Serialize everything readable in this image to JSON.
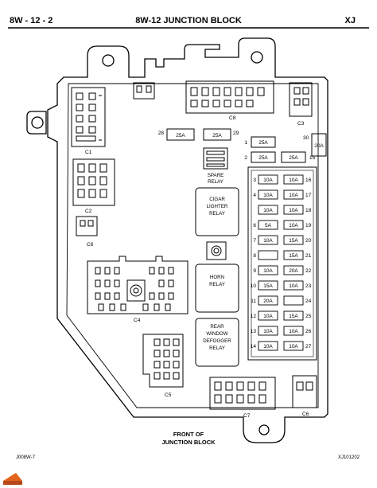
{
  "header": {
    "page_code": "8W - 12 - 2",
    "title": "8W-12 JUNCTION BLOCK",
    "model": "XJ"
  },
  "connectors": [
    "C1",
    "C2",
    "C3",
    "C4",
    "C5",
    "C6",
    "C7",
    "C8"
  ],
  "relays": {
    "spare": [
      "SPARE",
      "RELAY"
    ],
    "cigar": [
      "CIGAR",
      "LIGHTER",
      "RELAY"
    ],
    "horn": [
      "HORN",
      "RELAY"
    ],
    "rear": [
      "REAR",
      "WINDOW",
      "DEFOGGER",
      "RELAY"
    ]
  },
  "top_fuses": [
    {
      "left": "28",
      "value": "25A",
      "right": ""
    },
    {
      "left": "",
      "value": "25A",
      "right": "29"
    },
    {
      "left": "1",
      "value": "25A",
      "right": ""
    },
    {
      "left": "2",
      "value": "25A",
      "right": "15"
    },
    {
      "left": "",
      "value": "20A",
      "right": "30"
    }
  ],
  "fuse_rows": [
    {
      "left_no": "3",
      "left_val": "10A",
      "right_val": "10A",
      "right_no": "16"
    },
    {
      "left_no": "4",
      "left_val": "10A",
      "right_val": "10A",
      "right_no": "17"
    },
    {
      "left_no": "",
      "left_val": "10A",
      "right_val": "10A",
      "right_no": "18"
    },
    {
      "left_no": "6",
      "left_val": "5A",
      "right_val": "10A",
      "right_no": "19"
    },
    {
      "left_no": "7",
      "left_val": "10A",
      "right_val": "15A",
      "right_no": "20"
    },
    {
      "left_no": "8",
      "left_val": "",
      "right_val": "15A",
      "right_no": "21"
    },
    {
      "left_no": "9",
      "left_val": "10A",
      "right_val": "20A",
      "right_no": "22"
    },
    {
      "left_no": "10",
      "left_val": "15A",
      "right_val": "10A",
      "right_no": "23"
    },
    {
      "left_no": "11",
      "left_val": "20A",
      "right_val": "",
      "right_no": "24"
    },
    {
      "left_no": "12",
      "left_val": "10A",
      "right_val": "15A",
      "right_no": "25"
    },
    {
      "left_no": "13",
      "left_val": "10A",
      "right_val": "10A",
      "right_no": "26"
    },
    {
      "left_no": "14",
      "left_val": "10A",
      "right_val": "10A",
      "right_no": "27"
    }
  ],
  "front_label": [
    "FRONT OF",
    "JUNCTION BLOCK"
  ],
  "footer": {
    "left_code": "J008W-7",
    "right_code": "XJ101202"
  }
}
